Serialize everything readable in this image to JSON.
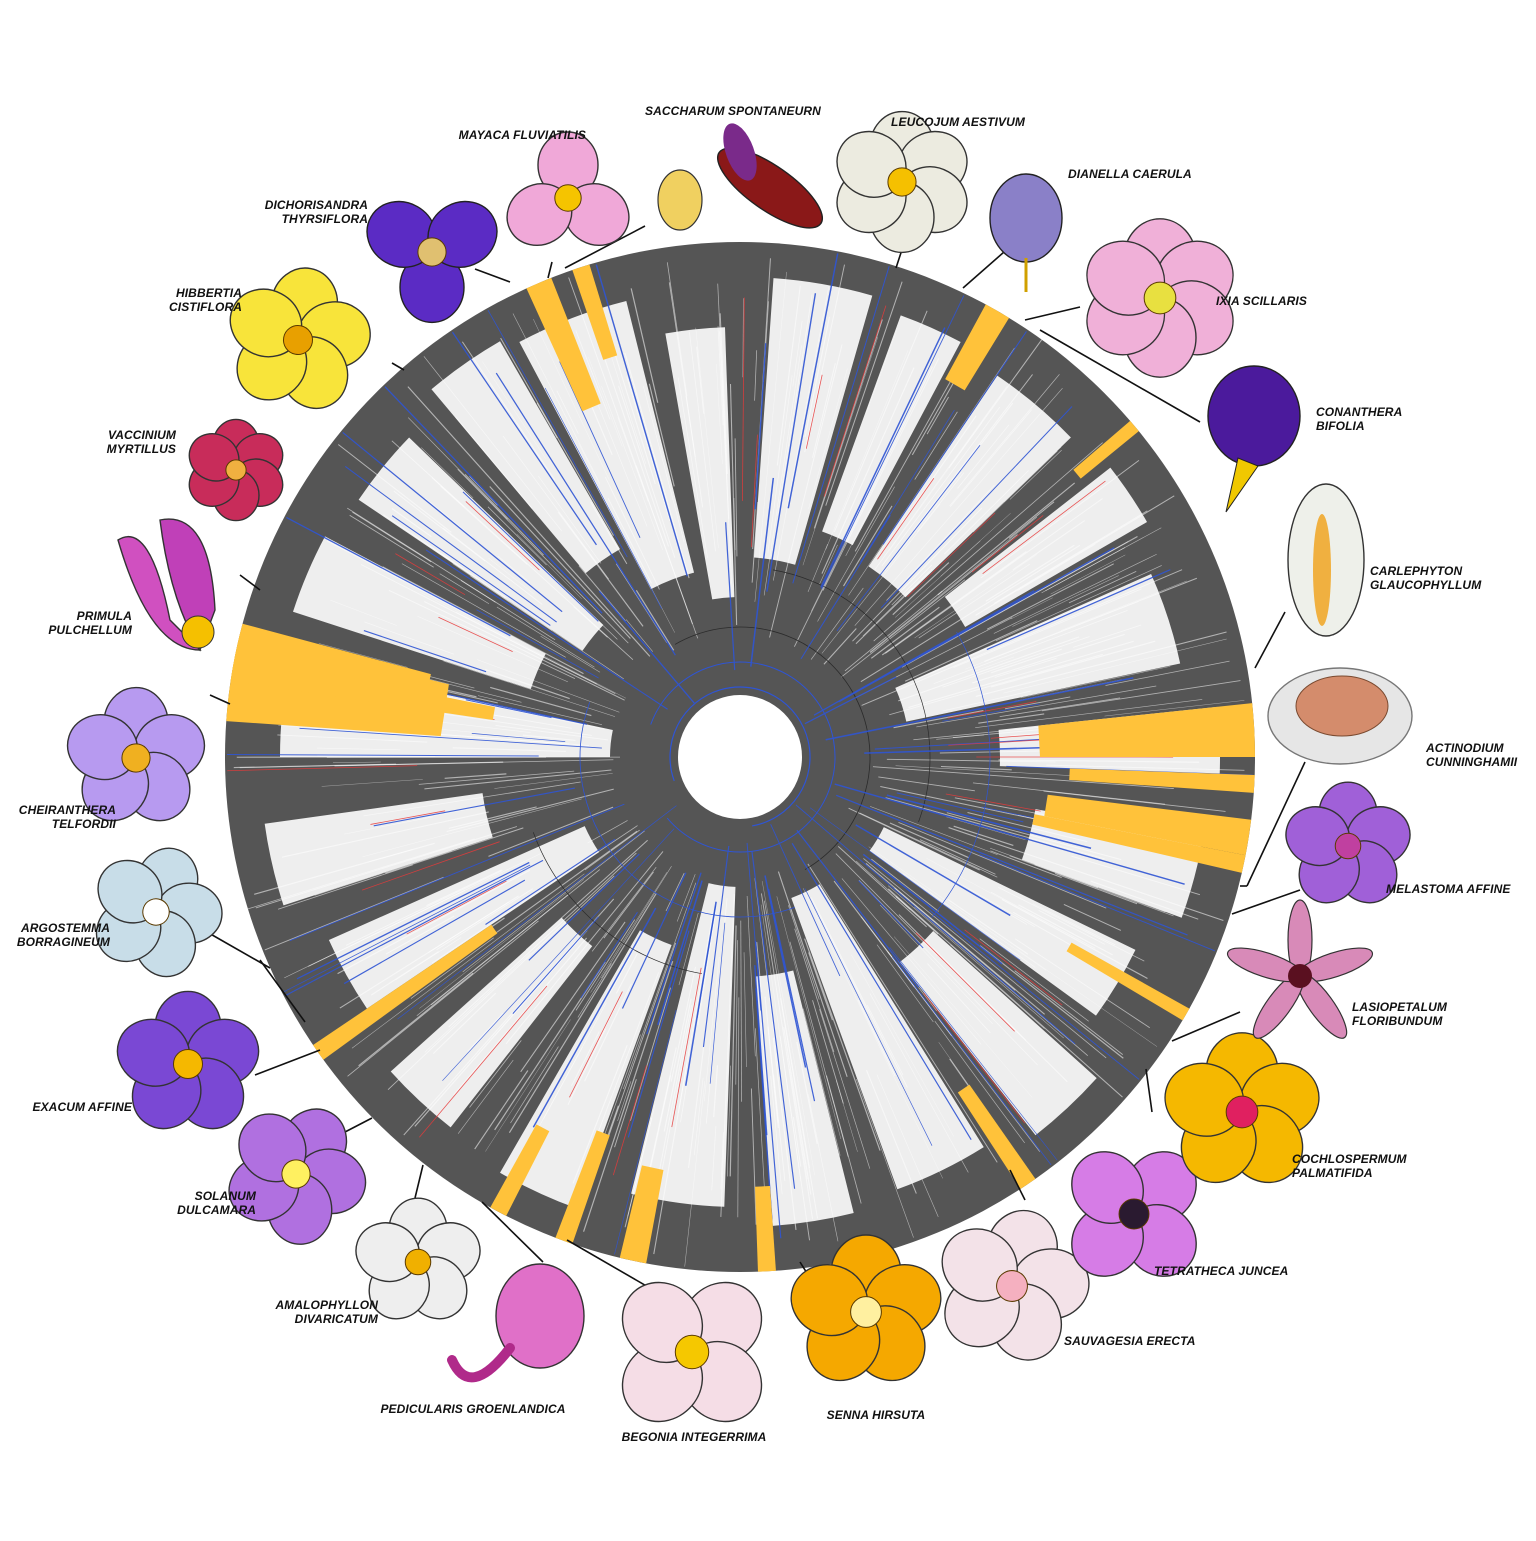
{
  "species": [
    {
      "id": "saccharum",
      "label": "SACCHARUM SPONTANEURN"
    },
    {
      "id": "leucojum",
      "label": "LEUCOJUM AESTIVUM"
    },
    {
      "id": "mayaca",
      "label": "MAYACA FLUVIATILIS"
    },
    {
      "id": "dianella",
      "label": "DIANELLA CAERULA"
    },
    {
      "id": "dichorisandra",
      "label": "DICHORISANDRA\nTHYRSIFLORA"
    },
    {
      "id": "ixia",
      "label": "IXIA SCILLARIS"
    },
    {
      "id": "hibbertia",
      "label": "HIBBERTIA\nCISTIFLORA"
    },
    {
      "id": "conanthera",
      "label": "CONANTHERA\nBIFOLIA"
    },
    {
      "id": "vaccinium",
      "label": "VACCINIUM\nMYRTILLUS"
    },
    {
      "id": "carlephyton",
      "label": "CARLEPHYTON\nGLAUCOPHYLLUM"
    },
    {
      "id": "primula",
      "label": "PRIMULA\nPULCHELLUM"
    },
    {
      "id": "actinodium",
      "label": "ACTINODIUM\nCUNNINGHAMII"
    },
    {
      "id": "cheiranthera",
      "label": "CHEIRANTHERA\nTELFORDII"
    },
    {
      "id": "melastoma",
      "label": "MELASTOMA AFFINE"
    },
    {
      "id": "argostemma",
      "label": "ARGOSTEMMA\nBORRAGINEUM"
    },
    {
      "id": "lasiopetalum",
      "label": "LASIOPETALUM\nFLORIBUNDUM"
    },
    {
      "id": "exacum",
      "label": "EXACUM AFFINE"
    },
    {
      "id": "cochlospermum",
      "label": "COCHLOSPERMUM\nPALMATIFIDA"
    },
    {
      "id": "solanum",
      "label": "SOLANUM\nDULCAMARA"
    },
    {
      "id": "tetratheca",
      "label": "TETRATHECA JUNCEA"
    },
    {
      "id": "amalophyllon",
      "label": "AMALOPHYLLON\nDIVARICATUM"
    },
    {
      "id": "sauvagesia",
      "label": "SAUVAGESIA ERECTA"
    },
    {
      "id": "pedicularis",
      "label": "PEDICULARIS GROENLANDICA"
    },
    {
      "id": "senna",
      "label": "SENNA HIRSUTA"
    },
    {
      "id": "begonia",
      "label": "BEGONIA INTEGERRIMA"
    }
  ],
  "colors": {
    "tree_fill": "#555555",
    "branch_default": "#2b2b2b",
    "branch_blue": "#2f55d4",
    "branch_red": "#e83a3a",
    "highlight_yellow": "#ffc23a",
    "connector": "#111111"
  }
}
